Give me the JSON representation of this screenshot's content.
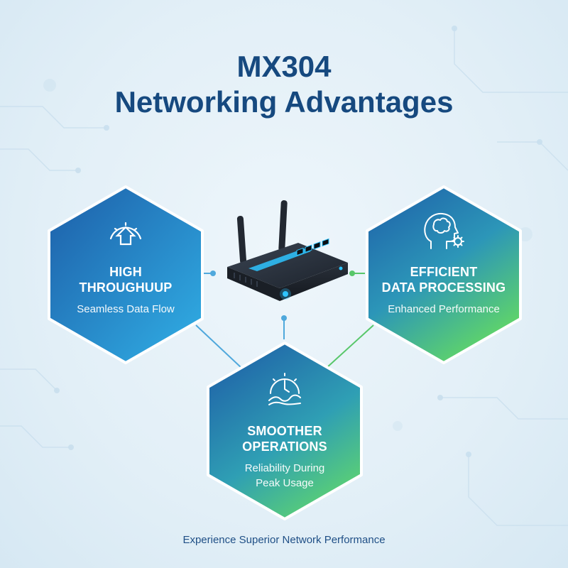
{
  "header": {
    "title_line1": "MX304",
    "title_line2": "Networking Advantages"
  },
  "features": [
    {
      "heading": "HIGH\nTHROUGHUUP",
      "subtitle": "Seamless Data Flow",
      "icon": "speedometer-arrow-up-icon"
    },
    {
      "heading": "EFFICIENT\nDATA PROCESSING",
      "subtitle": "Enhanced Performance",
      "icon": "brain-gear-icon"
    },
    {
      "heading": "SMOOTHER\nOPERATIONS",
      "subtitle": "Reliability During\nPeak Usage",
      "icon": "clock-wave-icon"
    }
  ],
  "footer": {
    "tagline": "Experience Superior Network Performance"
  },
  "colors": {
    "title": "#16497f",
    "hex_blue_top": "#1f5fa6",
    "hex_blue_bottom": "#2fa6dc",
    "hex_green_bottom": "#5cd66a",
    "router_glow": "#2ec4ff"
  },
  "central_device": {
    "icon": "router-icon"
  }
}
